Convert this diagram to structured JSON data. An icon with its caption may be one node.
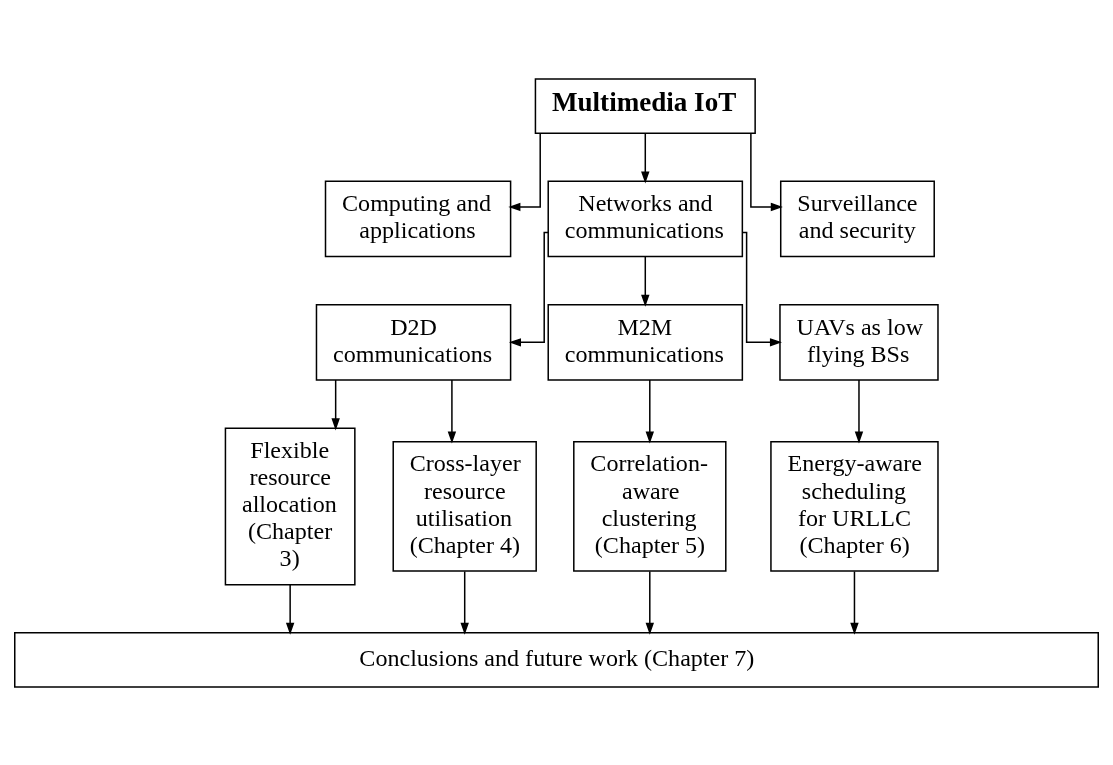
{
  "diagram": {
    "nodes": [
      {
        "text": [
          "Multimedia IoT"
        ]
      },
      {
        "text": [
          "Computing and applications"
        ]
      },
      {
        "text": [
          "Networks and communications"
        ]
      },
      {
        "text": [
          "Surveillance and security"
        ]
      },
      {
        "text": [
          "D2D communications"
        ]
      },
      {
        "text": [
          "M2M communications"
        ]
      },
      {
        "text": [
          "UAVs as low flying BSs"
        ]
      },
      {
        "text": [
          "Flexible resource allocation (Chapter 3)"
        ]
      },
      {
        "text": [
          "Cross-layer resource utilisation (Chapter 4)"
        ]
      },
      {
        "text": [
          "Correlation-aware clustering (Chapter 5)"
        ]
      },
      {
        "text": [
          "Energy-aware scheduling for URLLC (Chapter 6)"
        ]
      },
      {
        "text": [
          "Conclusions and future work (Chapter 7)"
        ]
      }
    ],
    "edges": [
      {
        "from": 0,
        "to": 1,
        "arrow": "to"
      },
      {
        "from": 0,
        "to": 2,
        "arrow": "to"
      },
      {
        "from": 0,
        "to": 3,
        "arrow": "to"
      },
      {
        "from": 2,
        "to": 4,
        "arrow": "to"
      },
      {
        "from": 2,
        "to": 5,
        "arrow": "to"
      },
      {
        "from": 2,
        "to": 6,
        "arrow": "to"
      },
      {
        "from": 4,
        "to": 7,
        "arrow": "to"
      },
      {
        "from": 4,
        "to": 8,
        "arrow": "to"
      },
      {
        "from": 5,
        "to": 9,
        "arrow": "to"
      },
      {
        "from": 6,
        "to": 10,
        "arrow": "to"
      },
      {
        "from": 7,
        "to": 11,
        "arrow": "to"
      },
      {
        "from": 8,
        "to": 11,
        "arrow": "to"
      },
      {
        "from": 9,
        "to": 11,
        "arrow": "to"
      },
      {
        "from": 10,
        "to": 11,
        "arrow": "to"
      }
    ]
  }
}
